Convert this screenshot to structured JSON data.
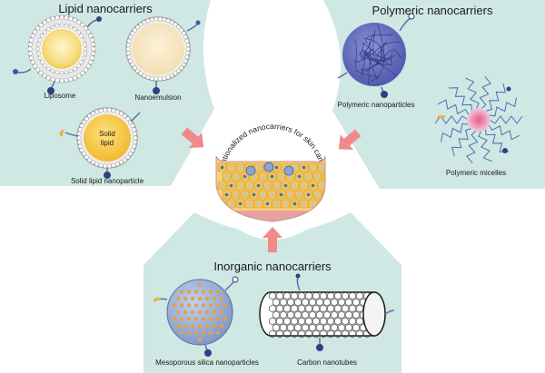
{
  "panels": {
    "lipid": {
      "title": "Lipid nanocarriers",
      "items": [
        "Liposome",
        "Nanoemulsion",
        "Solid lipid nanoparticle"
      ],
      "core_label": "Solid\nlipid"
    },
    "polymeric": {
      "title": "Polymeric nanocarriers",
      "items": [
        "Polymeric nanoparticles",
        "Polymeric micelles"
      ]
    },
    "inorganic": {
      "title": "Inorganic nanocarriers",
      "items": [
        "Mesoporous silica nanoparticles",
        "Carbon nanotubes"
      ]
    }
  },
  "center": {
    "label": "Funtionalized nanocarriers for skin cancer"
  },
  "colors": {
    "panel_bg": "#cfe8e3",
    "arrow": "#f08a8a",
    "lipid_shell": "#f1f1f1",
    "polymer": "#3d4a9e",
    "silica": "#8fa6d1",
    "skin_cell": "#f3c35a"
  }
}
